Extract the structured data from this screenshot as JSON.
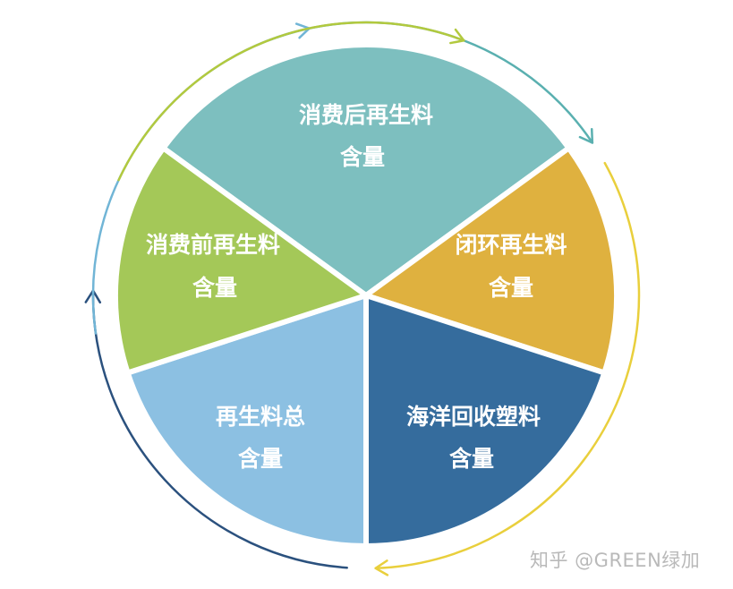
{
  "diagram": {
    "segments": [
      {
        "id": "post-consumer",
        "line1": "消费后再生料",
        "line2": "含量",
        "color": "#7dbfbf"
      },
      {
        "id": "closed-loop",
        "line1": "闭环再生料",
        "line2": "含量",
        "color": "#dfb13f"
      },
      {
        "id": "ocean-plastic",
        "line1": "海洋回收塑料",
        "line2": "含量",
        "color": "#356c9d"
      },
      {
        "id": "total-recycled",
        "line1": "再生料总",
        "line2": "含量",
        "color": "#8cc0e2"
      },
      {
        "id": "pre-consumer",
        "line1": "消费前再生料",
        "line2": "含量",
        "color": "#a4c858"
      }
    ],
    "arrows": [
      {
        "id": "arc-top",
        "color": "#5ab0b0"
      },
      {
        "id": "arc-right",
        "color": "#e9cf3c"
      },
      {
        "id": "arc-bottom-right",
        "color": "#2b517e"
      },
      {
        "id": "arc-bottom-left",
        "color": "#71b5d6"
      },
      {
        "id": "arc-left",
        "color": "#b2c93e"
      }
    ]
  },
  "watermark": "知乎 @GREEN绿加"
}
